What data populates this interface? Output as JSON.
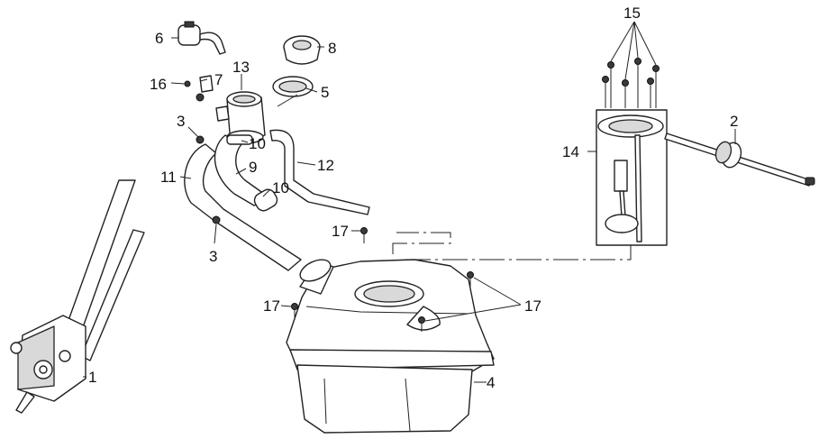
{
  "callouts": {
    "c1": "1",
    "c2": "2",
    "c3a": "3",
    "c3b": "3",
    "c4": "4",
    "c5": "5",
    "c6": "6",
    "c7": "7",
    "c8": "8",
    "c9": "9",
    "c10a": "10",
    "c10b": "10",
    "c11": "11",
    "c12": "12",
    "c13": "13",
    "c14": "14",
    "c15": "15",
    "c16": "16",
    "c17a": "17",
    "c17b": "17",
    "c17c": "17"
  }
}
